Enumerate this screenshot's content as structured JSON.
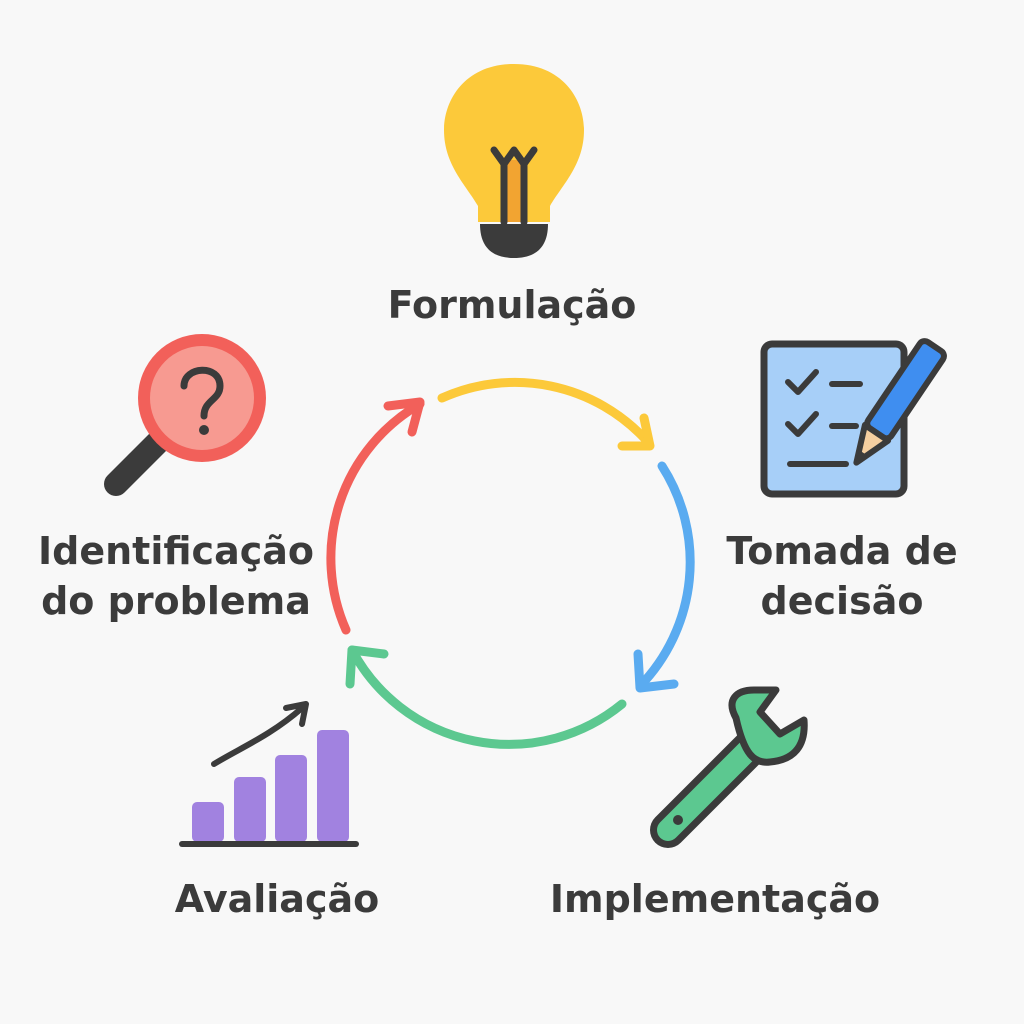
{
  "stages": {
    "formulacao": {
      "label": "Formulação",
      "icon": "lightbulb-icon"
    },
    "tomada": {
      "line1": "Tomada de",
      "line2": "decisão",
      "icon": "checklist-pencil-icon"
    },
    "implementacao": {
      "label": "Implementação",
      "icon": "wrench-icon"
    },
    "avaliacao": {
      "label": "Avaliação",
      "icon": "bar-chart-growth-icon"
    },
    "identificacao": {
      "line1": "Identificação",
      "line2": "do problema",
      "icon": "magnifier-question-icon"
    }
  },
  "colors": {
    "yellow": "#fcc93a",
    "blue": "#5aabf0",
    "green": "#5cc890",
    "red": "#f2605a",
    "purple": "#a182e0",
    "dark": "#3b3b3b",
    "background": "#f8f8f8"
  }
}
